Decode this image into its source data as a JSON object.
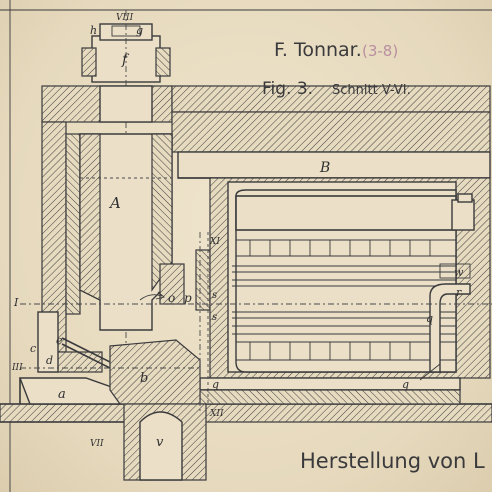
{
  "header": {
    "author": "F. Tonnar.",
    "plate_ref": "(3-8)",
    "figure": "Fig. 3.",
    "section": "Schnitt V-VI."
  },
  "footer": {
    "caption": "Herstellung von L"
  },
  "labels": {
    "A": "A",
    "B": "B",
    "a": "a",
    "b": "b",
    "c": "c",
    "d": "d",
    "e": "e",
    "f": "f",
    "g": "g",
    "h": "h",
    "o": "o",
    "p": "p",
    "q_top": "q",
    "q_left": "q",
    "q_right": "q",
    "s_top": "s",
    "s_bottom": "s",
    "v": "v",
    "w": "w",
    "r": "r",
    "VIII": "VIII",
    "VII": "VII",
    "XI": "XI",
    "XII": "XII",
    "I": "I",
    "III": "III"
  },
  "colors": {
    "ink": "#3a3a3c",
    "paper": "#e8dcc2",
    "pencil": "#b98fa0"
  }
}
